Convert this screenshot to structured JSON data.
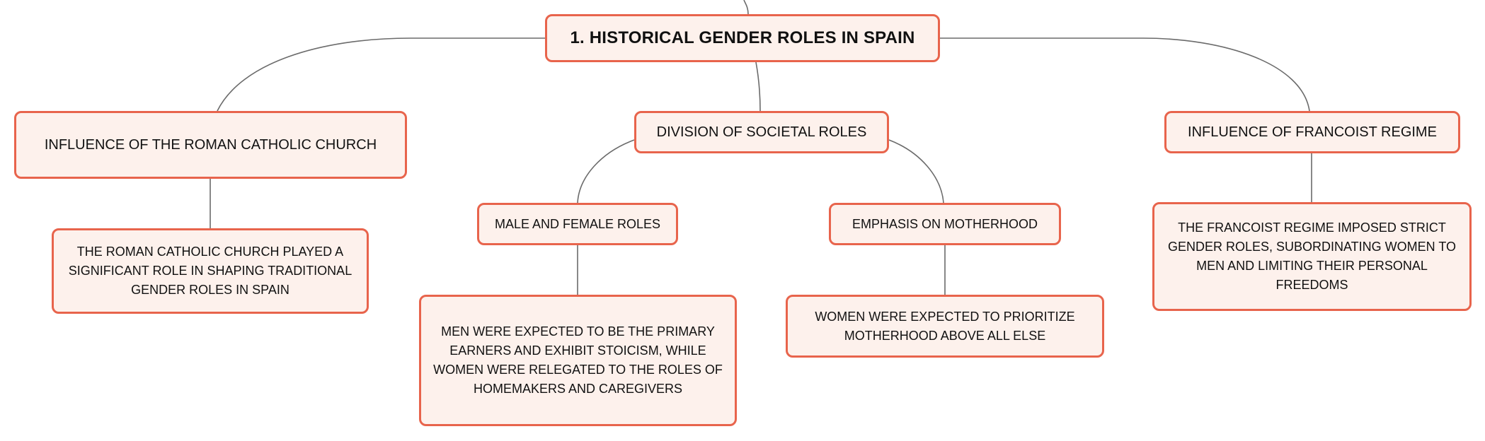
{
  "diagram": {
    "type": "mind-map",
    "colors": {
      "node_fill": "#fdf1ec",
      "node_border": "#e8644c",
      "connector": "#6b6b6b",
      "text": "#111111"
    },
    "root": {
      "label": "1. HISTORICAL GENDER ROLES IN SPAIN"
    },
    "branches": {
      "church": {
        "label": "INFLUENCE OF THE ROMAN CATHOLIC CHURCH",
        "detail": "THE ROMAN CATHOLIC CHURCH PLAYED A SIGNIFICANT ROLE IN SHAPING TRADITIONAL GENDER ROLES IN SPAIN"
      },
      "division": {
        "label": "DIVISION OF SOCIETAL ROLES",
        "children": {
          "male_female": {
            "label": "MALE AND FEMALE ROLES",
            "detail": "MEN WERE EXPECTED TO BE THE PRIMARY EARNERS AND EXHIBIT STOICISM, WHILE WOMEN WERE RELEGATED TO THE ROLES OF HOMEMAKERS AND CAREGIVERS"
          },
          "motherhood": {
            "label": "EMPHASIS ON MOTHERHOOD",
            "detail": "WOMEN WERE EXPECTED TO PRIORITIZE MOTHERHOOD ABOVE ALL ELSE"
          }
        }
      },
      "franco": {
        "label": "INFLUENCE OF FRANCOIST REGIME",
        "detail": "THE FRANCOIST REGIME IMPOSED STRICT GENDER ROLES, SUBORDINATING WOMEN TO MEN AND LIMITING THEIR PERSONAL FREEDOMS"
      }
    }
  }
}
